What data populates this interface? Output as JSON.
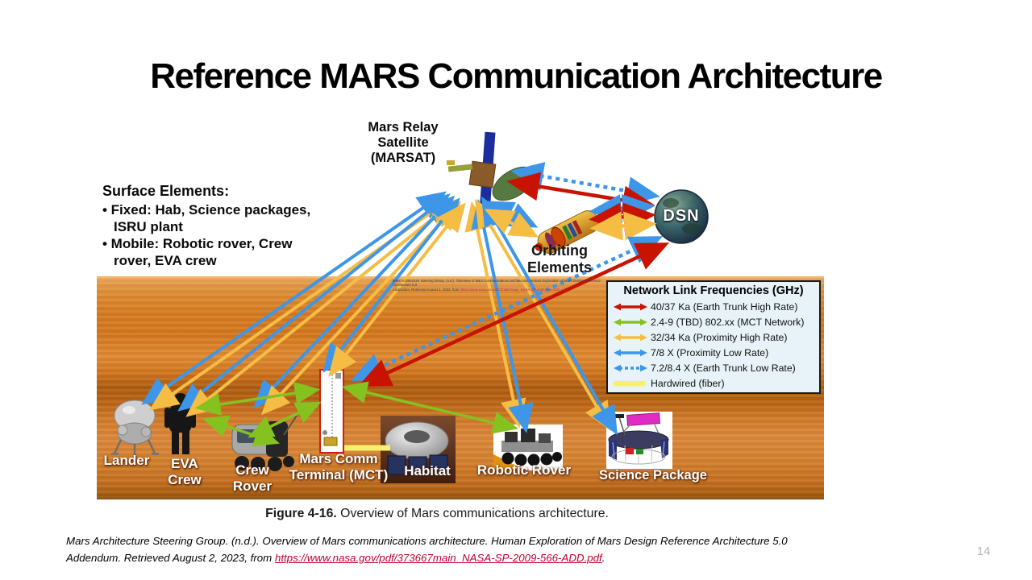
{
  "slide": {
    "title": "Reference MARS Communication Architecture",
    "page_number": "14"
  },
  "figure": {
    "marsat_label": "Mars Relay\nSatellite\n(MARSAT)",
    "dsn_label": "DSN",
    "orbiting_label": "Orbiting\nElements",
    "surface_note": {
      "title": "Surface Elements:",
      "lines": [
        "• Fixed: Hab, Science packages,",
        "ISRU plant",
        "• Mobile: Robotic rover, Crew",
        "rover, EVA crew"
      ]
    },
    "legend": {
      "title": "Network Link Frequencies (GHz)",
      "items": [
        {
          "label": "40/37 Ka (Earth Trunk High Rate)",
          "color": "#c81300",
          "style": "solid-arrow"
        },
        {
          "label": "2.4-9 (TBD) 802.xx (MCT Network)",
          "color": "#85c220",
          "style": "solid-arrow"
        },
        {
          "label": "32/34 Ka (Proximity High Rate)",
          "color": "#f6bd45",
          "style": "solid-arrow"
        },
        {
          "label": "7/8 X (Proximity Low Rate)",
          "color": "#3d96e8",
          "style": "solid-arrow"
        },
        {
          "label": "7.2/8.4 X (Earth Trunk Low Rate)",
          "color": "#3d96e8",
          "style": "dashed-arrow"
        },
        {
          "label": "Hardwired (fiber)",
          "color": "#f7f06e",
          "style": "bar"
        }
      ]
    },
    "surface_items": [
      {
        "label": "Lander"
      },
      {
        "label": "EVA\nCrew"
      },
      {
        "label": "Crew\nRover"
      },
      {
        "label": "Mars Comm\nTerminal (MCT)"
      },
      {
        "label": "Habitat"
      },
      {
        "label": "Robotic Rover"
      },
      {
        "label": "Science Package"
      }
    ]
  },
  "caption": {
    "prefix": "Figure 4-16.",
    "text": " Overview of Mars communications architecture."
  },
  "citation": {
    "line1": "Mars Architecture Steering Group. (n.d.). Overview of Mars communications architecture. Human Exploration of Mars Design Reference Architecture 5.0",
    "line2_prefix": "Addendum. Retrieved August 2, 2023, from ",
    "link_text": "https://www.nasa.gov/pdf/373667main_NASA-SP-2009-566-ADD.pdf",
    "suffix": "."
  },
  "link_colors": {
    "earth_trunk_high": "#c81300",
    "mct_network": "#85c220",
    "proximity_high": "#f6bd45",
    "proximity_low": "#3d96e8",
    "earth_trunk_low_dashed": "#3d96e8",
    "hardwired_fiber": "#f7f06e"
  }
}
